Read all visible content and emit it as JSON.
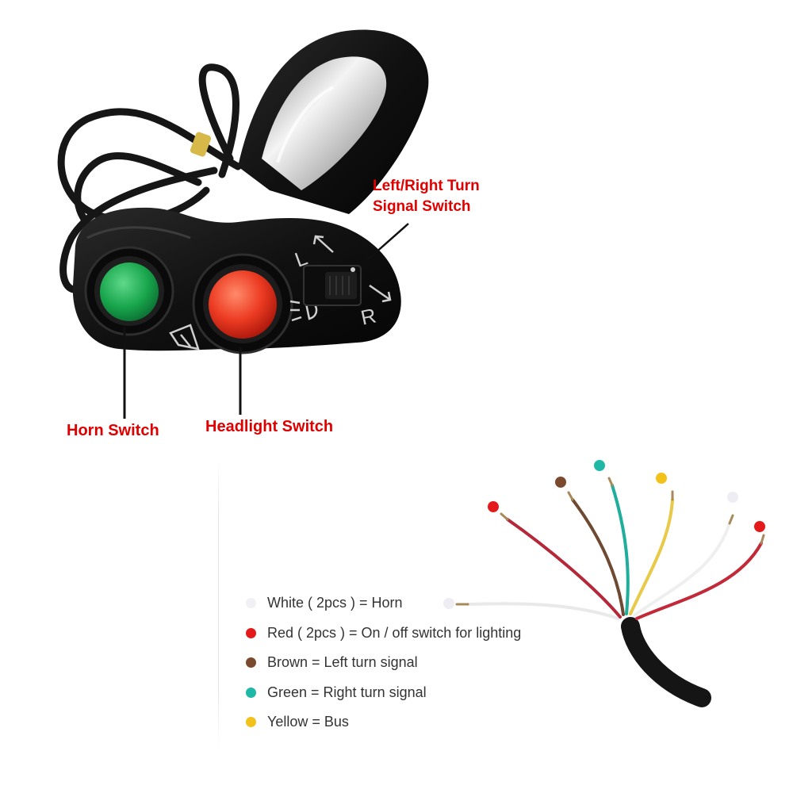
{
  "callouts": {
    "turn_signal_line1": "Left/Right Turn",
    "turn_signal_line2": "Signal Switch",
    "horn": "Horn Switch",
    "headlight": "Headlight Switch"
  },
  "switch_markings": {
    "left": "L",
    "right": "R"
  },
  "legend": [
    {
      "text": "White ( 2pcs ) = Horn",
      "color": "#f0f0f5"
    },
    {
      "text": "Red ( 2pcs ) = On / off switch for lighting",
      "color": "#e41a1a"
    },
    {
      "text": "Brown = Left turn signal",
      "color": "#7a4a2e"
    },
    {
      "text": "Green = Right turn signal",
      "color": "#1fb8a6"
    },
    {
      "text": "Yellow = Bus",
      "color": "#f2c21b"
    }
  ],
  "colors": {
    "callout_red": "#e00000",
    "housing_black": "#141414",
    "horn_button_green": "#17a34a",
    "headlight_button_red": "#e8321e"
  }
}
